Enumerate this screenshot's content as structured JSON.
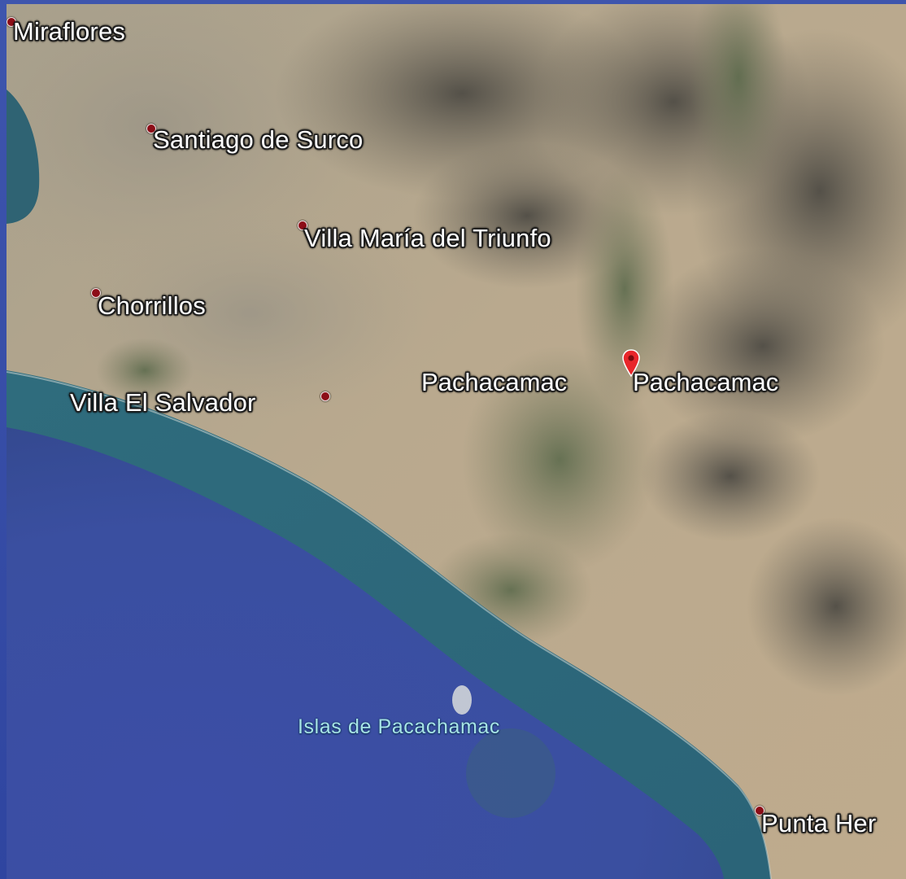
{
  "map": {
    "places": [
      {
        "id": "miraflores",
        "label": "Miraflores"
      },
      {
        "id": "santiago-de-surco",
        "label": "Santiago de Surco"
      },
      {
        "id": "villa-maria-del-triunfo",
        "label": "Villa María del Triunfo"
      },
      {
        "id": "chorrillos",
        "label": "Chorrillos"
      },
      {
        "id": "villa-el-salvador",
        "label": "Villa El Salvador"
      },
      {
        "id": "punta-hermosa",
        "label": "Punta Her"
      }
    ],
    "water_label": "Islas de Pacachamac",
    "pin": {
      "label_left": "Pachacamac",
      "label_right": "Pachacamac",
      "color": "#e8262a"
    },
    "colors": {
      "ocean_deep": "#3a4ea3",
      "ocean_coastal": "#2f6f82",
      "land_desert": "#b9a58b",
      "mountains": "#6e6a5f",
      "place_dot": "#8c0d17"
    }
  }
}
